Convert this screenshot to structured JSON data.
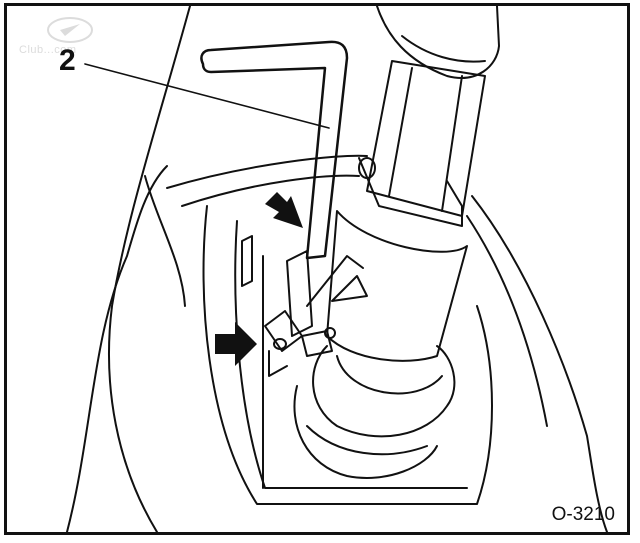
{
  "figure": {
    "callout_label": "2",
    "figure_code": "O-3210"
  },
  "watermark": {
    "text": "Club...com"
  },
  "colors": {
    "ink": "#111111",
    "paper": "#ffffff",
    "watermark": "#dcdcdc"
  },
  "icons": {
    "arrow_upper": "arrow-down-right-icon",
    "arrow_lower": "arrow-right-icon"
  }
}
